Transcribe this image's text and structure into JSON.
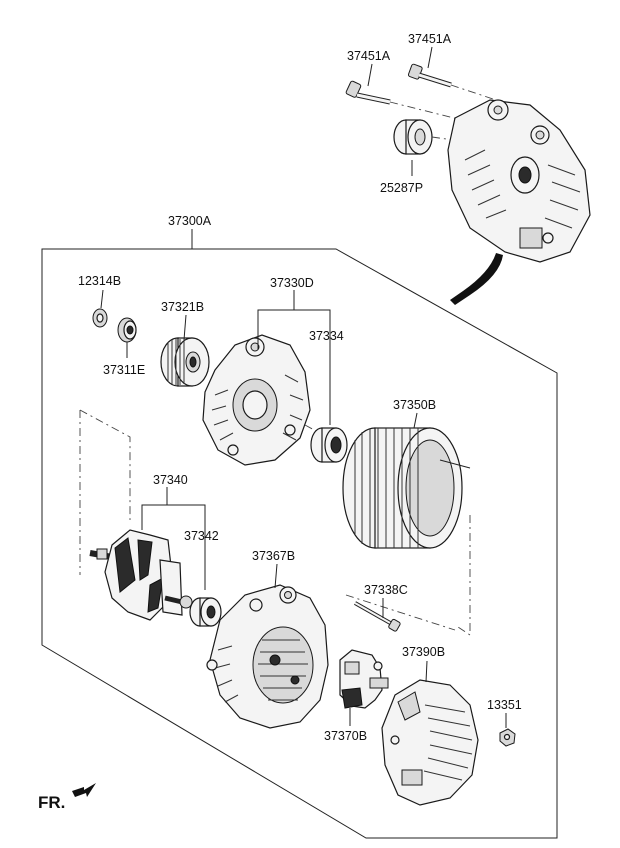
{
  "labels": {
    "p37451A_left": "37451A",
    "p37451A_right": "37451A",
    "p25287P": "25287P",
    "p37300A": "37300A",
    "p12314B": "12314B",
    "p37321B": "37321B",
    "p37311E": "37311E",
    "p37330D": "37330D",
    "p37334": "37334",
    "p37350B": "37350B",
    "p37340": "37340",
    "p37342": "37342",
    "p37367B": "37367B",
    "p37338C": "37338C",
    "p37390B": "37390B",
    "p13351": "13351",
    "p37370B": "37370B"
  },
  "direction": "FR."
}
